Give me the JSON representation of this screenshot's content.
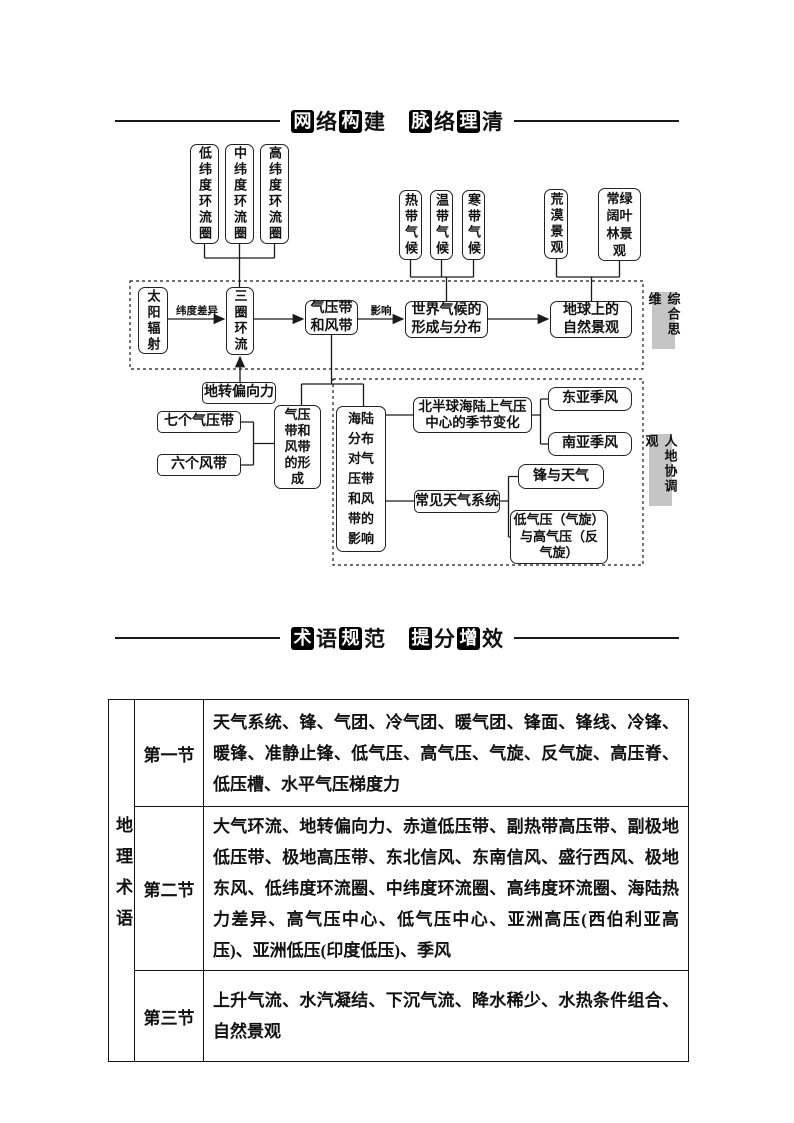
{
  "headers": {
    "network": {
      "chars": [
        {
          "c": "网",
          "boxed": true
        },
        {
          "c": "络",
          "boxed": false
        },
        {
          "c": "构",
          "boxed": true
        },
        {
          "c": "建",
          "boxed": false
        },
        {
          "gap": true
        },
        {
          "c": "脉",
          "boxed": true
        },
        {
          "c": "络",
          "boxed": false
        },
        {
          "c": "理",
          "boxed": true
        },
        {
          "c": "清",
          "boxed": false
        }
      ]
    },
    "terms": {
      "chars": [
        {
          "c": "术",
          "boxed": true
        },
        {
          "c": "语",
          "boxed": false
        },
        {
          "c": "规",
          "boxed": true
        },
        {
          "c": "范",
          "boxed": false
        },
        {
          "gap": true
        },
        {
          "c": "提",
          "boxed": true
        },
        {
          "c": "分",
          "boxed": false
        },
        {
          "c": "增",
          "boxed": true
        },
        {
          "c": "效",
          "boxed": false
        }
      ]
    }
  },
  "diagram": {
    "nodes": {
      "circ_low": "低纬度环流圈",
      "circ_mid": "中纬度环流圈",
      "circ_high": "高纬度环流圈",
      "clim_trop": "热带气候",
      "clim_temp": "温带气候",
      "clim_cold": "寒带气候",
      "desert": "荒漠景观",
      "forest": "常绿\n阔叶\n林景\n观",
      "sun": "太阳辐射",
      "three_cell": "三圈环流",
      "belts": "气压带\n和风带",
      "world_climate": "世界气候的\n形成与分布",
      "earth_landscape": "地球上的\n自然景观",
      "coriolis": "地转偏向力",
      "seven_belts": "七个气压带",
      "six_winds": "六个风带",
      "belt_formation": "气压\n带和\n风带\n的形\n成",
      "land_sea": "海陆\n分布\n对气\n压带\n和风\n带的\n影响",
      "north_centers": "北半球海陆上气压\n中心的季节变化",
      "east_monsoon": "东亚季风",
      "south_monsoon": "南亚季风",
      "weather_systems": "常见天气系统",
      "front_weather": "锋与天气",
      "cyclones": "低气压（气旋）\n与高气压（反\n气旋）"
    },
    "edge_labels": {
      "latitude_diff": "纬度差异",
      "influence": "影响"
    },
    "side_labels": {
      "comprehensive": "综合思维",
      "human_land": "人地协调观"
    }
  },
  "table": {
    "row_header": "地理术语",
    "rows": [
      {
        "label": "第一节",
        "terms": "天气系统、锋、气团、冷气团、暖气团、锋面、锋线、冷锋、暖锋、准静止锋、低气压、高气压、气旋、反气旋、高压脊、低压槽、水平气压梯度力"
      },
      {
        "label": "第二节",
        "terms": "大气环流、地转偏向力、赤道低压带、副热带高压带、副极地低压带、极地高压带、东北信风、东南信风、盛行西风、极地东风、低纬度环流圈、中纬度环流圈、高纬度环流圈、海陆热力差异、高气压中心、低气压中心、亚洲高压(西伯利亚高压)、亚洲低压(印度低压)、季风"
      },
      {
        "label": "第三节",
        "terms": "上升气流、水汽凝结、下沉气流、降水稀少、水热条件组合、自然景观"
      }
    ]
  },
  "colors": {
    "line": "#1a1a1a",
    "side_label_bg": "#c5c5c5",
    "header_box_bg": "#000000",
    "header_box_text": "#ffffff"
  }
}
